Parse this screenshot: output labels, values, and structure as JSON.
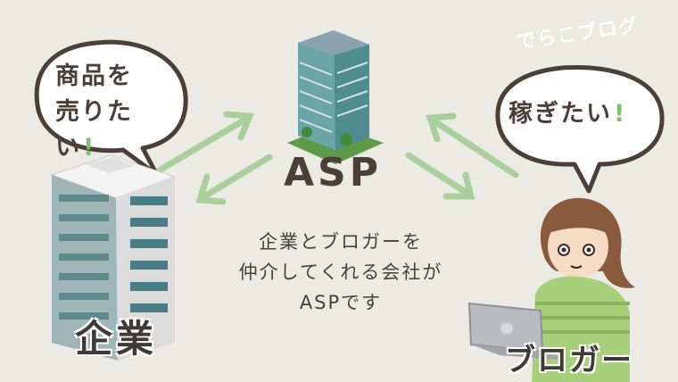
{
  "watermark": "でらこブログ",
  "bubbles": {
    "company_line1": "商品を",
    "company_line2": "売りたい",
    "company_excl": "!",
    "blogger_text": "稼ぎたい",
    "blogger_excl": "!"
  },
  "labels": {
    "asp": "ASP",
    "company": "企業",
    "blogger": "ブロガー"
  },
  "caption": {
    "line1": "企業とブロガーを",
    "line2": "仲介してくれる会社が",
    "line3": "ASPです"
  },
  "colors": {
    "background": "#eceae4",
    "text": "#4b3f37",
    "arrow": "#a9d09a",
    "accent": "#7cc36e"
  }
}
